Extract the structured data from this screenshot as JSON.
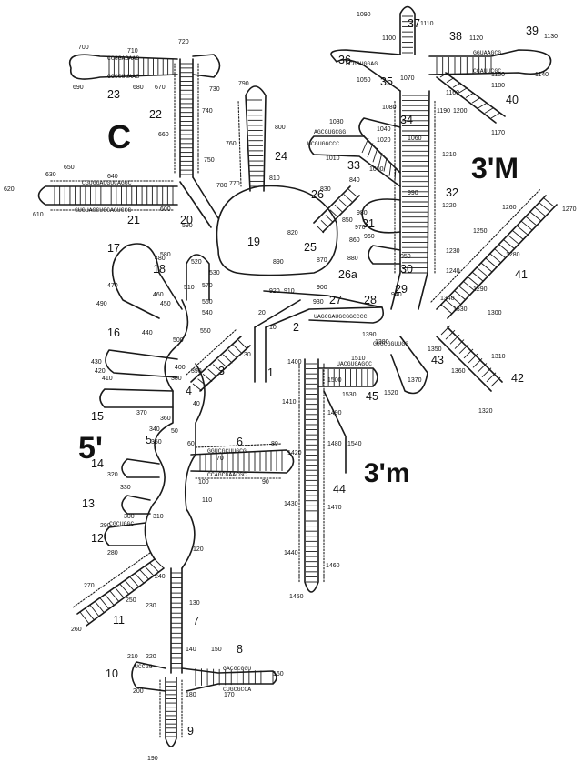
{
  "regions": [
    {
      "id": "C",
      "text": "C"
    },
    {
      "id": "3M",
      "text": "3'M"
    },
    {
      "id": "5p",
      "text": "5'"
    },
    {
      "id": "3m",
      "text": "3'm"
    }
  ],
  "helices": [
    "1",
    "2",
    "3",
    "4",
    "5",
    "6",
    "7",
    "8",
    "9",
    "10",
    "11",
    "12",
    "13",
    "14",
    "15",
    "16",
    "17",
    "18",
    "19",
    "20",
    "21",
    "22",
    "23",
    "24",
    "25",
    "26",
    "26a",
    "27",
    "28",
    "29",
    "30",
    "31",
    "32",
    "33",
    "34",
    "35",
    "36",
    "37",
    "38",
    "39",
    "40",
    "41",
    "42",
    "43",
    "44",
    "45"
  ],
  "positions": [
    "10",
    "20",
    "30",
    "40",
    "50",
    "60",
    "70",
    "80",
    "90",
    "100",
    "110",
    "120",
    "130",
    "140",
    "150",
    "160",
    "170",
    "180",
    "190",
    "200",
    "210",
    "220",
    "230",
    "240",
    "250",
    "260",
    "270",
    "280",
    "290",
    "300",
    "310",
    "320",
    "330",
    "340",
    "350",
    "360",
    "370",
    "380",
    "390",
    "400",
    "410",
    "420",
    "430",
    "440",
    "450",
    "460",
    "470",
    "480",
    "490",
    "500",
    "510",
    "520",
    "530",
    "540",
    "550",
    "560",
    "570",
    "580",
    "590",
    "600",
    "610",
    "620",
    "630",
    "640",
    "650",
    "660",
    "670",
    "680",
    "690",
    "700",
    "710",
    "720",
    "730",
    "740",
    "750",
    "760",
    "770",
    "780",
    "790",
    "800",
    "810",
    "820",
    "830",
    "840",
    "850",
    "860",
    "870",
    "880",
    "890",
    "900",
    "910",
    "920",
    "930",
    "940",
    "950",
    "960",
    "970",
    "980",
    "990",
    "1000",
    "1010",
    "1020",
    "1030",
    "1040",
    "1050",
    "1060",
    "1070",
    "1080",
    "1090",
    "1100",
    "1110",
    "1120",
    "1130",
    "1140",
    "1150",
    "1160",
    "1170",
    "1180",
    "1190",
    "1200",
    "1210",
    "1220",
    "1230",
    "1240",
    "1250",
    "1260",
    "1270",
    "1280",
    "1290",
    "1300",
    "1310",
    "1320",
    "1330",
    "1340",
    "1350",
    "1360",
    "1370",
    "1380",
    "1390",
    "1400",
    "1410",
    "1420",
    "1430",
    "1440",
    "1450",
    "1460",
    "1470",
    "1480",
    "1490",
    "1500",
    "1510",
    "1520",
    "1530",
    "1540"
  ],
  "sequences": [
    {
      "id": "h23-top",
      "text": "CCGGAGAAG"
    },
    {
      "id": "h23-bot",
      "text": "GGCCUUAAG"
    },
    {
      "id": "h21-top",
      "text": "CGUGGACGUCAGGC"
    },
    {
      "id": "h21-bot",
      "text": "GUGUACCUGCAGUCCG"
    },
    {
      "id": "h36-bot",
      "text": "GCGGUGGAG"
    },
    {
      "id": "h38-top",
      "text": "GGUAAGCG"
    },
    {
      "id": "h38-bot",
      "text": "CCAUUCGC"
    },
    {
      "id": "h33-top",
      "text": "AGCGUGCGG"
    },
    {
      "id": "h33-bot",
      "text": "UCGUGGCCC"
    },
    {
      "id": "h27-seq",
      "text": "UAGCGAUGCGGCCCC"
    },
    {
      "id": "h6-top",
      "text": "GGUCGCUUGCG"
    },
    {
      "id": "h6-bot",
      "text": "CCAGCGAACGC"
    },
    {
      "id": "h8-top",
      "text": "GACGCGGU"
    },
    {
      "id": "h8-bot",
      "text": "CUGCGCCA"
    },
    {
      "id": "h45-seq",
      "text": "UACGUGAGCC"
    },
    {
      "id": "h29-seq",
      "text": "GUGCGGUUGG"
    },
    {
      "id": "h10-seq",
      "text": "UCCGG"
    },
    {
      "id": "h12-seq",
      "text": "CGCUGGC"
    }
  ]
}
